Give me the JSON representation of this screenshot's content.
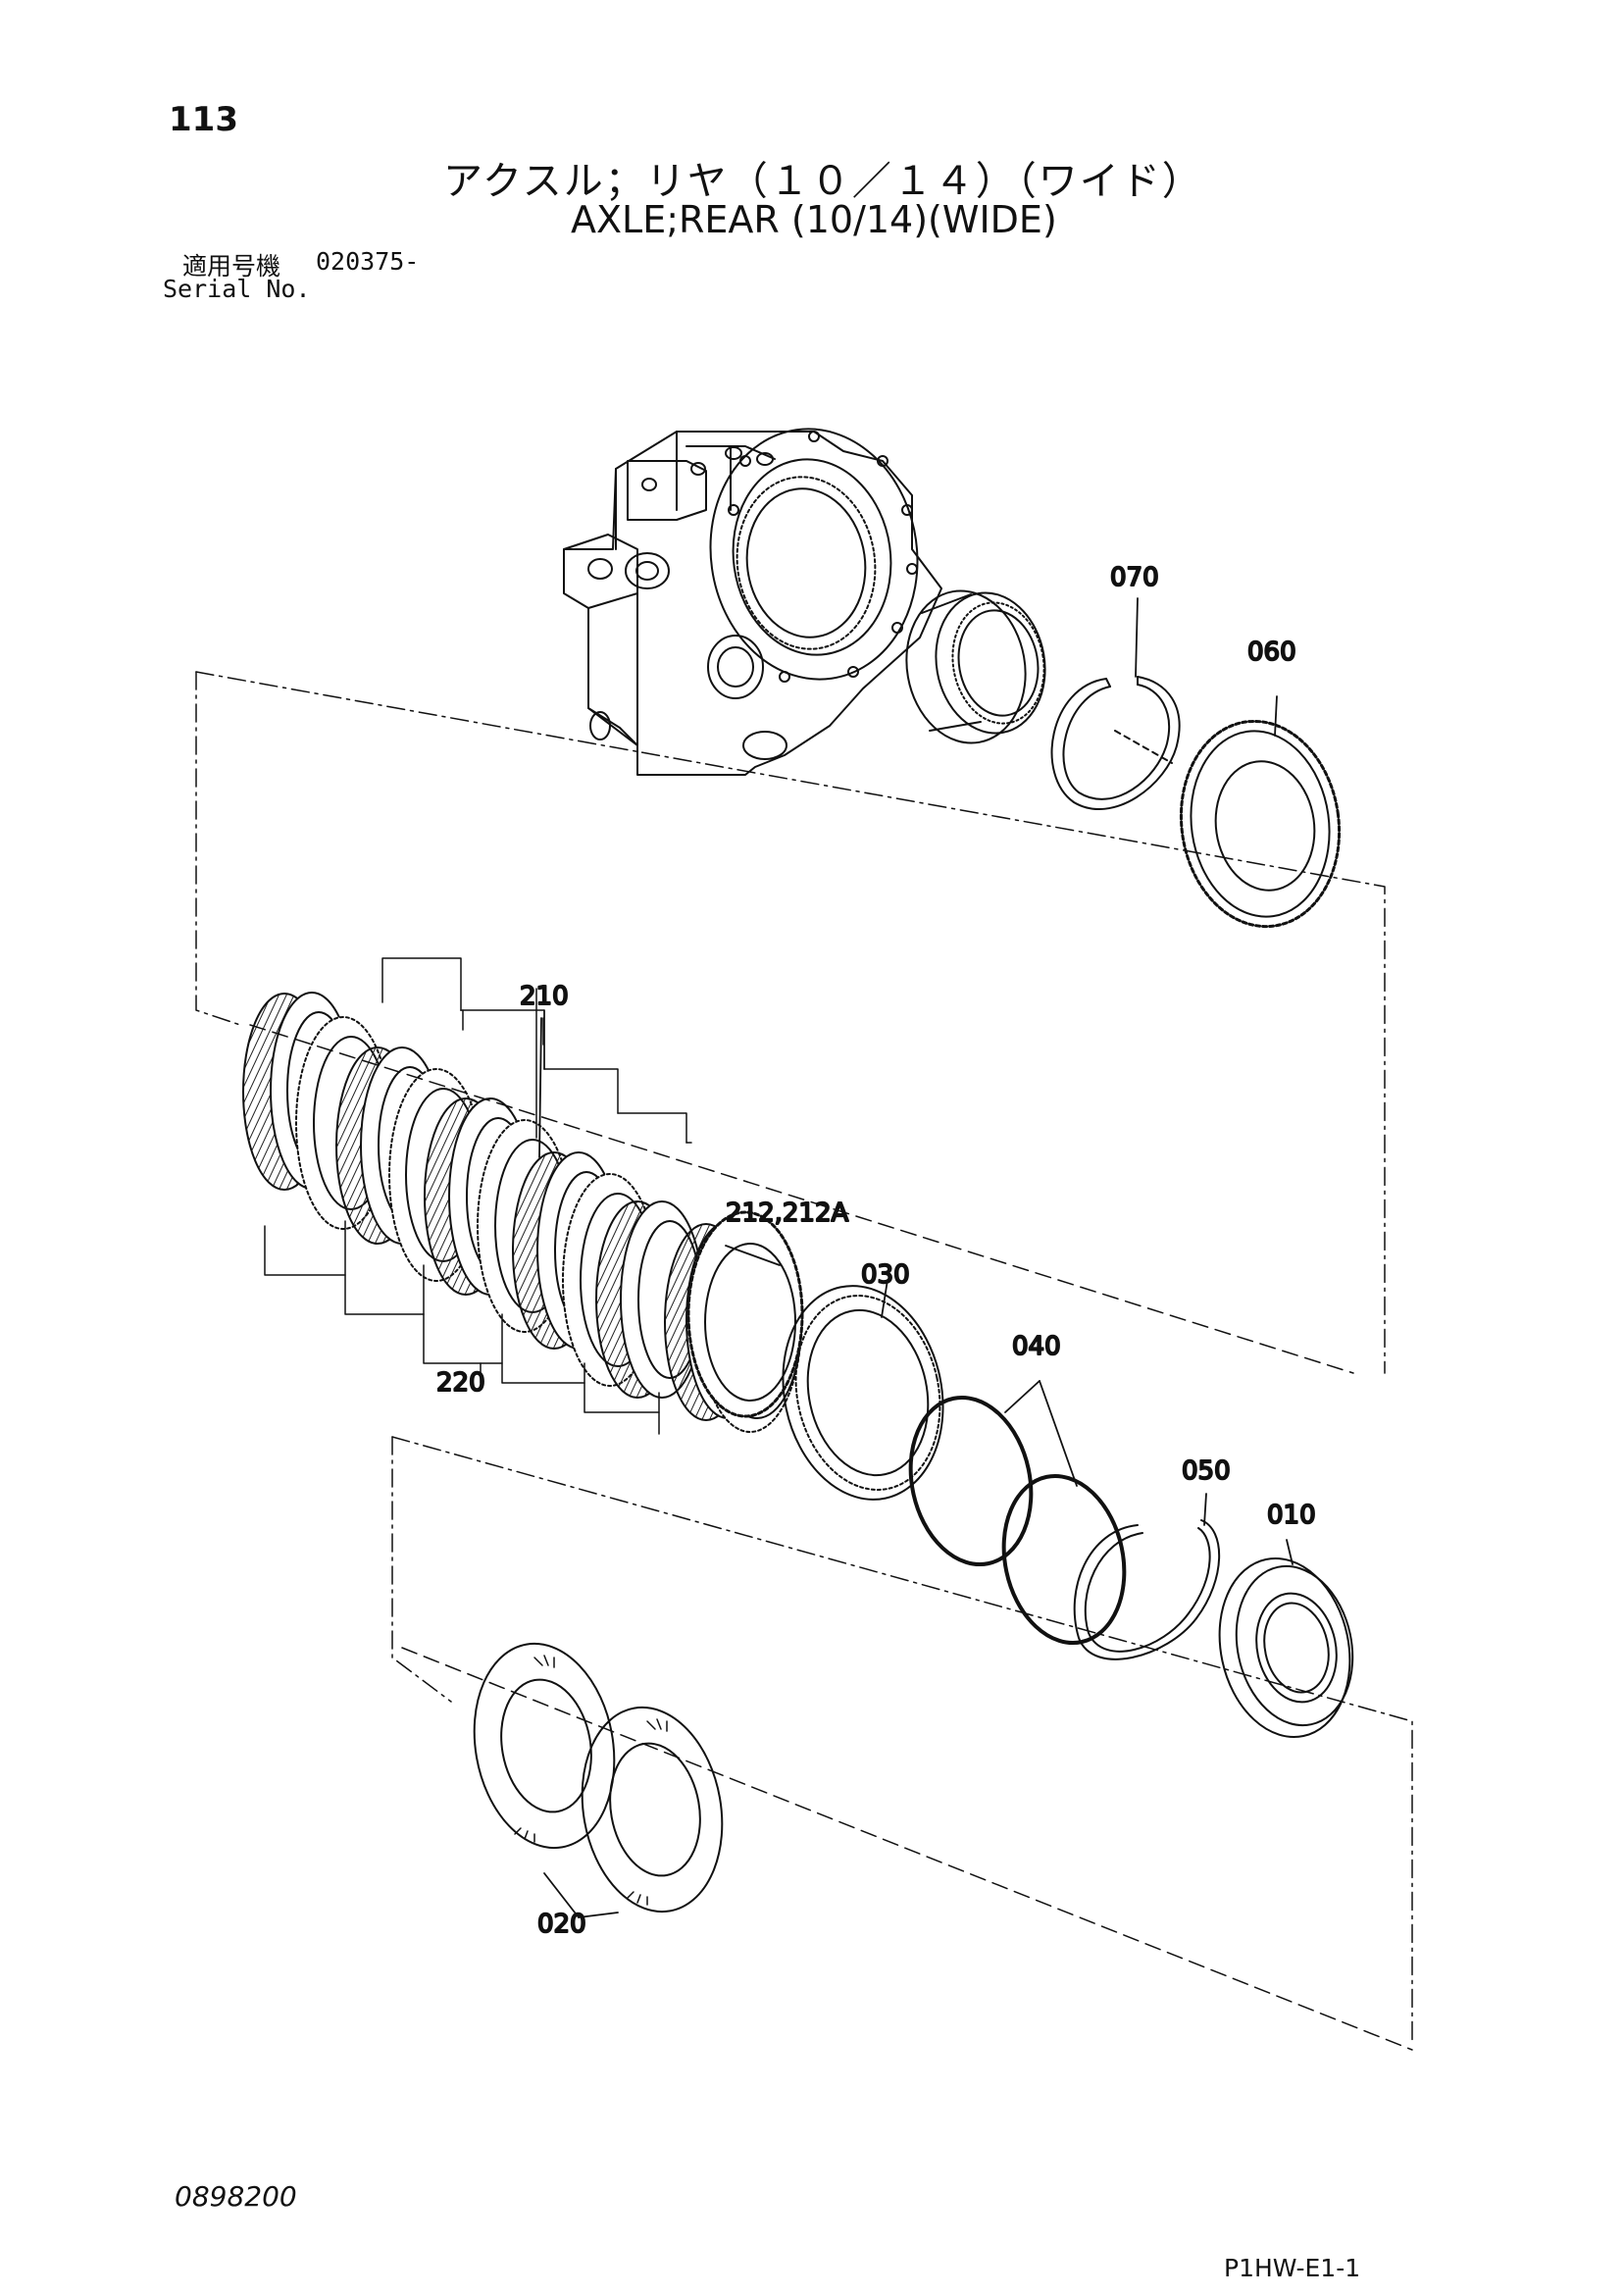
{
  "header": {
    "page_number": "113",
    "title_jp": "アクスル；リヤ（１０／１４）（ワイド）",
    "title_en": "AXLE;REAR (10/14)(WIDE)",
    "serial_label_jp": "適用号機",
    "serial_value": "020375-",
    "serial_label_en": "Serial No."
  },
  "callouts": [
    {
      "id": "070",
      "label": "070"
    },
    {
      "id": "060",
      "label": "060"
    },
    {
      "id": "210",
      "label": "210"
    },
    {
      "id": "212",
      "label": "212,212A"
    },
    {
      "id": "030",
      "label": "030"
    },
    {
      "id": "220",
      "label": "220"
    },
    {
      "id": "040",
      "label": "040"
    },
    {
      "id": "050",
      "label": "050"
    },
    {
      "id": "010",
      "label": "010"
    },
    {
      "id": "020",
      "label": "020"
    }
  ],
  "footer": {
    "doc_number": "0898200",
    "sheet_code": "P1HW-E1-1"
  }
}
